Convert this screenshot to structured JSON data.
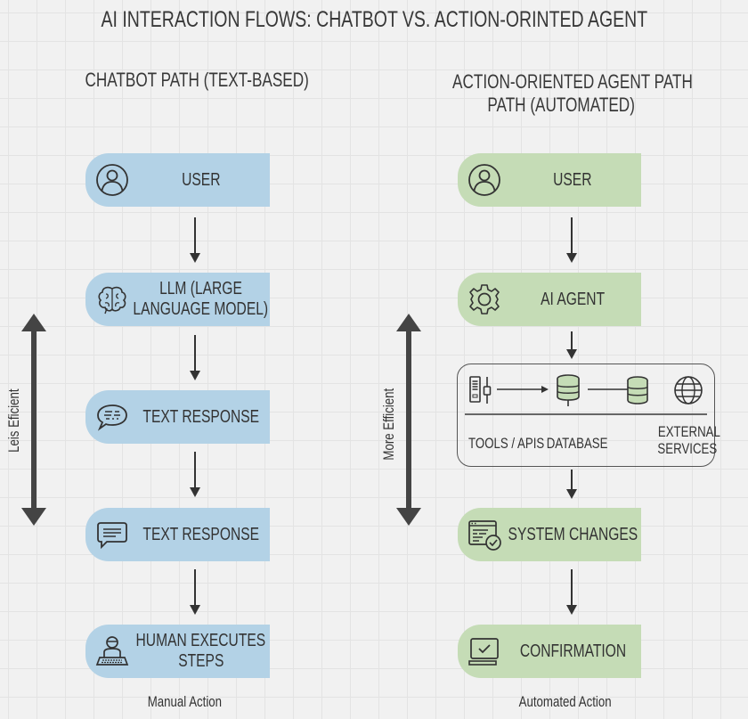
{
  "title": "AI INTERACTION FLOWS: CHATBOT VS. ACTION-ORINTED AGENT",
  "colors": {
    "chatbot_box": "#b3d2e6",
    "agent_box": "#c5dcb6",
    "ink": "#333333",
    "background": "#f1f1f1"
  },
  "chatbot": {
    "heading": "CHATBOT PATH (TEXT-BASED)",
    "steps": [
      {
        "icon": "user-icon",
        "label": "USER"
      },
      {
        "icon": "brain-icon",
        "label_line1": "LLM (LARGE",
        "label_line2": "LANGUAGE MODEL)"
      },
      {
        "icon": "chat-bubble-dots-icon",
        "label": "TEXT RESPONSE"
      },
      {
        "icon": "chat-bubble-lines-icon",
        "label": "TEXT RESPONSE"
      },
      {
        "icon": "human-at-keyboard-icon",
        "label_line1": "HUMAN EXECUTES",
        "label_line2": "STEPS"
      }
    ],
    "footer": "Manual Action",
    "efficiency_label": "Leis Eficient"
  },
  "agent": {
    "heading_line1": "ACTION-ORIENTED AGENT PATH",
    "heading_line2": "PATH (AUTOMATED)",
    "steps": [
      {
        "icon": "user-icon",
        "label": "USER"
      },
      {
        "icon": "gear-icon",
        "label": "AI AGENT"
      },
      {
        "icon": "system-check-icon",
        "label": "SYSTEM CHANGES"
      },
      {
        "icon": "monitor-check-icon",
        "label": "CONFIRMATION"
      }
    ],
    "integrations": {
      "tools_label": "TOOLS / APIS",
      "database_label": "DATABASE",
      "external_line1": "EXTERNAL",
      "external_line2": "SERVICES"
    },
    "footer": "Automated Action",
    "efficiency_label": "More Efficient"
  }
}
